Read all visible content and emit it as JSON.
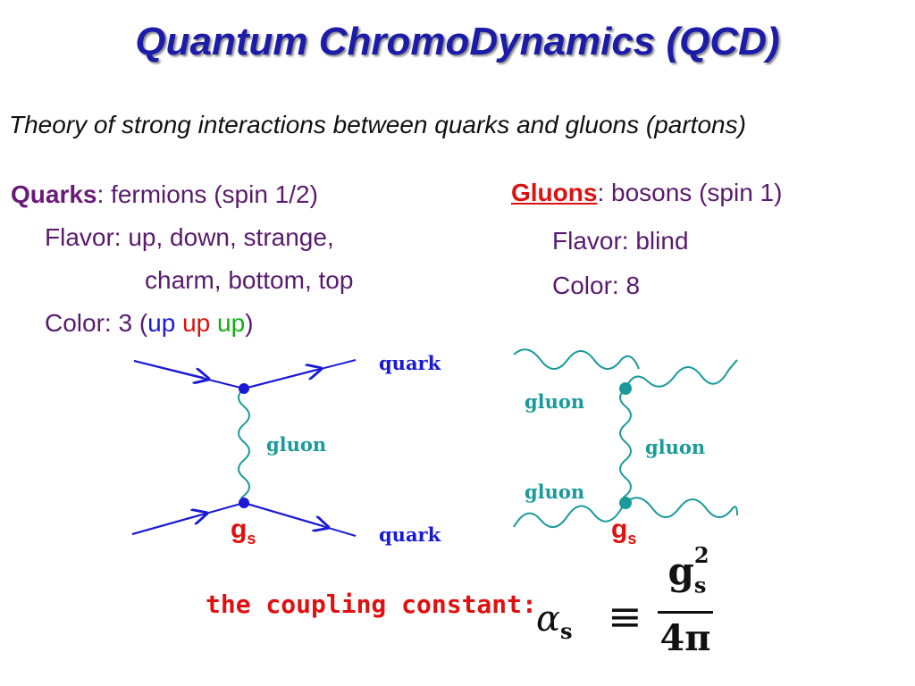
{
  "title": "Quantum ChromoDynamics (QCD)",
  "subtitle": "Theory of strong interactions between quarks and gluons (partons)",
  "quarks": {
    "keyword": "Quarks",
    "desc": ": fermions (spin 1/2)",
    "flavor_line1": "Flavor: up, down, strange,",
    "flavor_line2": "charm, bottom, top",
    "color_prefix": "Color: 3 (",
    "color_words": [
      "up",
      "up",
      "up"
    ],
    "color_suffix": ")"
  },
  "gluons": {
    "keyword": "Gluons",
    "desc": ": bosons (spin 1)",
    "flavor": "Flavor: blind",
    "color": "Color: 8"
  },
  "diagram_quark": {
    "label_top": "quark",
    "label_mid": "gluon",
    "label_bottom": "quark",
    "coupling": "g",
    "coupling_sub": "s",
    "line_color": "#1a1ad6",
    "label_color": "#1a1ad6",
    "gluon_label_color": "#1a9a9a"
  },
  "diagram_gluon": {
    "label_top": "gluon",
    "label_mid": "gluon",
    "label_bottom": "gluon",
    "coupling": "g",
    "coupling_sub": "s",
    "line_color": "#1a9a9a"
  },
  "coupling_text": "the coupling constant:",
  "formula": {
    "lhs": "α",
    "lhs_sub": "s",
    "equiv": "≡",
    "numerator": "g",
    "numerator_sub": "s",
    "numerator_sup": "2",
    "denominator": "4π"
  }
}
